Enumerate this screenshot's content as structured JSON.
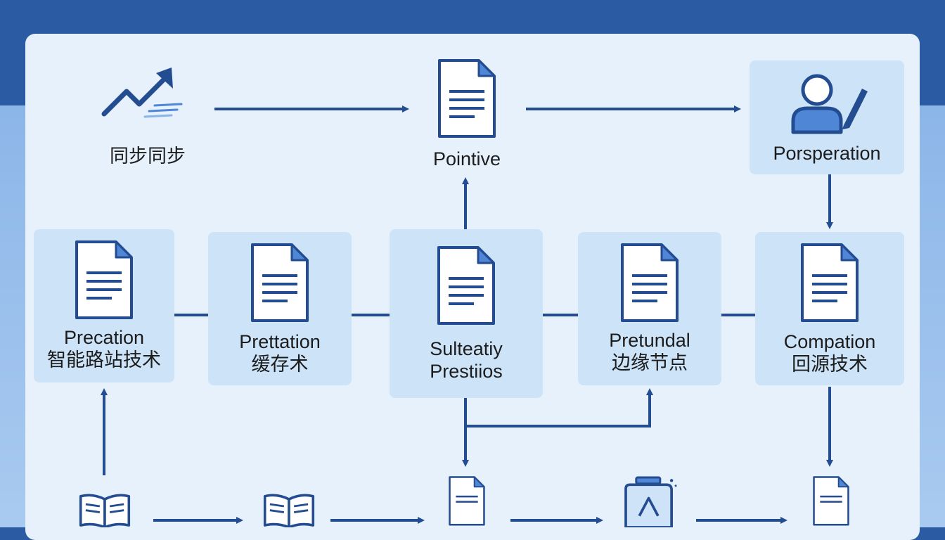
{
  "header": {
    "title": ""
  },
  "nodes": {
    "sync": {
      "label": "同步同步",
      "icon": "trend-arrow-icon"
    },
    "pointive": {
      "label": "Pointive",
      "icon": "document-icon"
    },
    "porsperation": {
      "label": "Porsperation",
      "icon": "user-edit-icon"
    },
    "precation": {
      "label": "Precation",
      "sub": "智能路站技术",
      "icon": "document-icon"
    },
    "prettation": {
      "label": "Prettation",
      "sub": "缓存术",
      "icon": "document-icon"
    },
    "sulteatiy": {
      "label": "Sulteatiy",
      "sub": "Prestiios",
      "icon": "document-icon"
    },
    "pretundal": {
      "label": "Pretundal",
      "sub": "边缘节点",
      "icon": "document-icon"
    },
    "compation": {
      "label": "Compation",
      "sub": "回源技术",
      "icon": "document-icon"
    },
    "book1": {
      "icon": "open-book-icon"
    },
    "book2": {
      "icon": "open-book-icon"
    },
    "doc_bottom": {
      "icon": "document-icon"
    },
    "jar": {
      "icon": "container-icon"
    },
    "doc_bottom_right": {
      "icon": "document-icon"
    }
  },
  "colors": {
    "header_band": "#2b5ba3",
    "canvas": "#e6f1fc",
    "node_fill": "#cde3f8",
    "line": "#234c91",
    "icon_fill": "#4f86d6"
  }
}
